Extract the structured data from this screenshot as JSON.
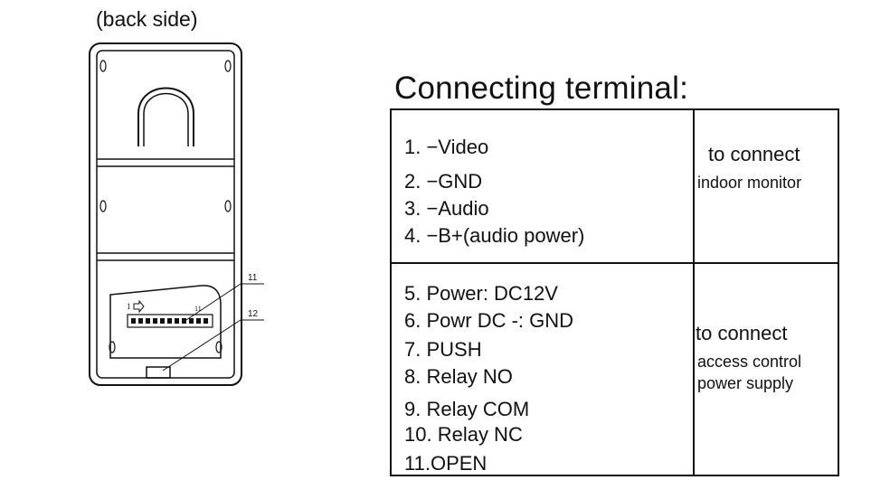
{
  "back_side_label": "(back side)",
  "device": {
    "callout_11": "11",
    "callout_12": "12",
    "terminal_start": "1",
    "terminal_end": "11"
  },
  "terminal": {
    "title": "Connecting terminal:",
    "group1": {
      "items": [
        "1.  −Video",
        "2.  −GND",
        "3.  −Audio",
        "4.  −B+(audio power)"
      ],
      "note_line1": "to  connect",
      "note_line2": "indoor  monitor"
    },
    "group2": {
      "items": [
        "5. Power: DC12V",
        "6. Powr  DC -: GND",
        "7. PUSH",
        "8. Relay NO",
        "9.  Relay COM",
        "10. Relay NC",
        "11.OPEN"
      ],
      "note_line1": "to  connect",
      "note_line2": "access control",
      "note_line3": "power supply"
    }
  }
}
